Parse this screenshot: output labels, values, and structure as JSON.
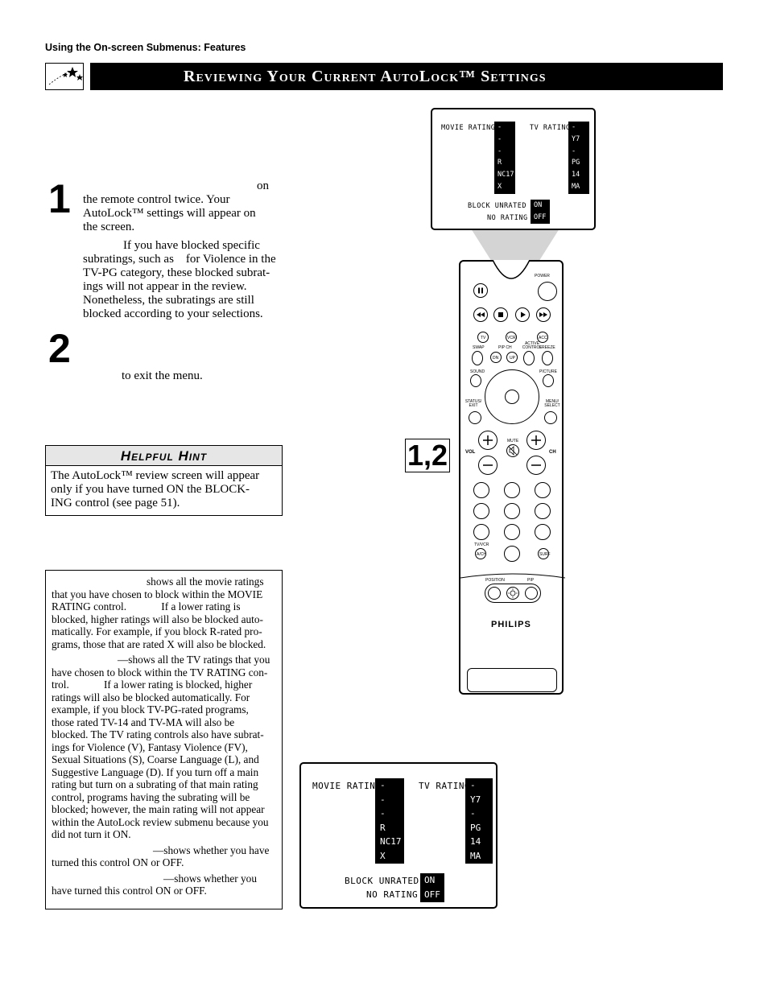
{
  "section_label": "Using the On-screen Submenus: Features",
  "title": "Reviewing Your Current AutoLock™ Settings",
  "steps": [
    {
      "number": "1",
      "lines": [
        "on",
        "the remote control twice. Your",
        "AutoLock™ settings will appear on",
        "the screen."
      ]
    },
    {
      "number": "2",
      "lines": [
        "to exit the menu."
      ]
    }
  ],
  "note_lines": [
    "If you have blocked specific",
    "subratings, such as    for Violence in the",
    "TV-PG category, these blocked subrat-",
    "ings will not appear in the review.",
    "Nonetheless, the subratings are still",
    "blocked according to your selections."
  ],
  "hint": {
    "title": "Helpful Hint",
    "lines": [
      "The AutoLock™ review screen will appear",
      "only if you have turned ON the BLOCK-",
      "ING control (see page 51)."
    ]
  },
  "explanations": [
    {
      "lines": [
        "shows all the movie ratings",
        "that you have chosen to block within the MOVIE",
        "RATING control.             If a lower rating is",
        "blocked, higher ratings will also be blocked auto-",
        "matically. For example, if you block R-rated pro-",
        "grams, those that are rated X will also be blocked."
      ]
    },
    {
      "lines": [
        "—shows all the TV ratings that you",
        "have chosen to block within the TV RATING con-",
        "trol.             If a lower rating is blocked, higher",
        "ratings will also be blocked automatically. For",
        "example, if you block TV-PG-rated programs,",
        "those rated TV-14 and TV-MA will also be",
        "blocked. The TV rating controls also have subrat-",
        "ings for Violence (V), Fantasy Violence (FV),",
        "Sexual Situations (S), Coarse Language (L), and",
        "Suggestive Language (D). If you turn off a main",
        "rating but turn on a subrating of that main rating",
        "control, programs having the subrating will be",
        "blocked; however, the main rating will not appear",
        "within the AutoLock review submenu because you",
        "did not turn it ON."
      ]
    },
    {
      "lines": [
        "—shows whether you have",
        "turned this control ON or OFF."
      ]
    },
    {
      "lines": [
        "—shows whether you",
        "have turned this control ON or OFF."
      ]
    }
  ],
  "screen": {
    "movie_label": "MOVIE RATING",
    "tv_label": "TV RATING",
    "movie_values": [
      "-",
      "-",
      "-",
      "R",
      "NC17",
      "X"
    ],
    "tv_values": [
      "-",
      "Y7",
      "-",
      "PG",
      "14",
      "MA"
    ],
    "block_unrated_label": "BLOCK UNRATED",
    "no_rating_label": "NO RATING",
    "block_unrated_value": "ON",
    "no_rating_value": "OFF"
  },
  "remote": {
    "brand": "PHILIPS",
    "power": "POWER",
    "tv": "TV",
    "vcr": "VCR",
    "acc": "ACC",
    "swap": "SWAP",
    "pip_ch": "PIP CH",
    "active_control": "ACTIVE CONTROL",
    "freeze": "FREEZE",
    "dn": "DN",
    "up": "UP",
    "sound": "SOUND",
    "picture": "PICTURE",
    "status_exit": "STATUS/ EXIT",
    "menu_select": "MENU/ SELECT",
    "mute": "MUTE",
    "vol": "VOL",
    "ch": "CH",
    "tv_vcr": "TV/VCR",
    "av": "A/CH",
    "surf": "SURF",
    "position": "POSITION",
    "pip": "PIP"
  },
  "step_callout": "1,2"
}
